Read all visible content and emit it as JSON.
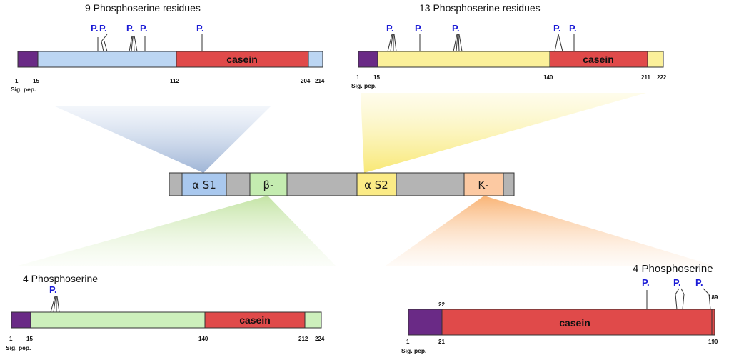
{
  "center_bar": {
    "segments": [
      {
        "label": "α S1",
        "fill": "#a9c8ee"
      },
      {
        "label": "β-",
        "fill": "#c4ecb0"
      },
      {
        "label": "α S2",
        "fill": "#fbeb86"
      },
      {
        "label": "Κ-",
        "fill": "#fcc9a2"
      }
    ],
    "background_fill": "#b4b4b4"
  },
  "colors": {
    "signal_peptide": "#6a2a86",
    "casein": "#e04a4a",
    "phospho_label": "#1a1ad6"
  },
  "proteins": [
    {
      "id": "alpha-s1",
      "title": "9 Phosphoserine residues",
      "region_fill": "#bcd6f3",
      "ticks": [
        "1",
        "15",
        "112",
        "204",
        "214"
      ],
      "sig_label": "Sig. pep.",
      "casein_label": "casein",
      "p_labels": [
        "P.",
        "P.",
        "P.",
        "P.",
        "P."
      ]
    },
    {
      "id": "alpha-s2",
      "title": "13 Phosphoserine residues",
      "region_fill": "#fbf09a",
      "ticks": [
        "1",
        "15",
        "140",
        "211",
        "222"
      ],
      "sig_label": "Sig. pep.",
      "casein_label": "casein",
      "p_labels": [
        "P.",
        "P.",
        "P.",
        "P.",
        "P."
      ]
    },
    {
      "id": "beta",
      "title": "4 Phosphoserine",
      "region_fill": "#cdf0bc",
      "ticks": [
        "1",
        "15",
        "140",
        "212",
        "224"
      ],
      "sig_label": "Sig. pep.",
      "casein_label": "casein",
      "p_labels": [
        "P."
      ]
    },
    {
      "id": "kappa",
      "title": "4 Phosphoserine",
      "region_fill": "#e04a4a",
      "ticks": [
        "1",
        "21",
        "190",
        "22",
        "189"
      ],
      "sig_label": "Sig. pep.",
      "casein_label": "casein",
      "p_labels": [
        "P.",
        "P.",
        "P."
      ]
    }
  ]
}
